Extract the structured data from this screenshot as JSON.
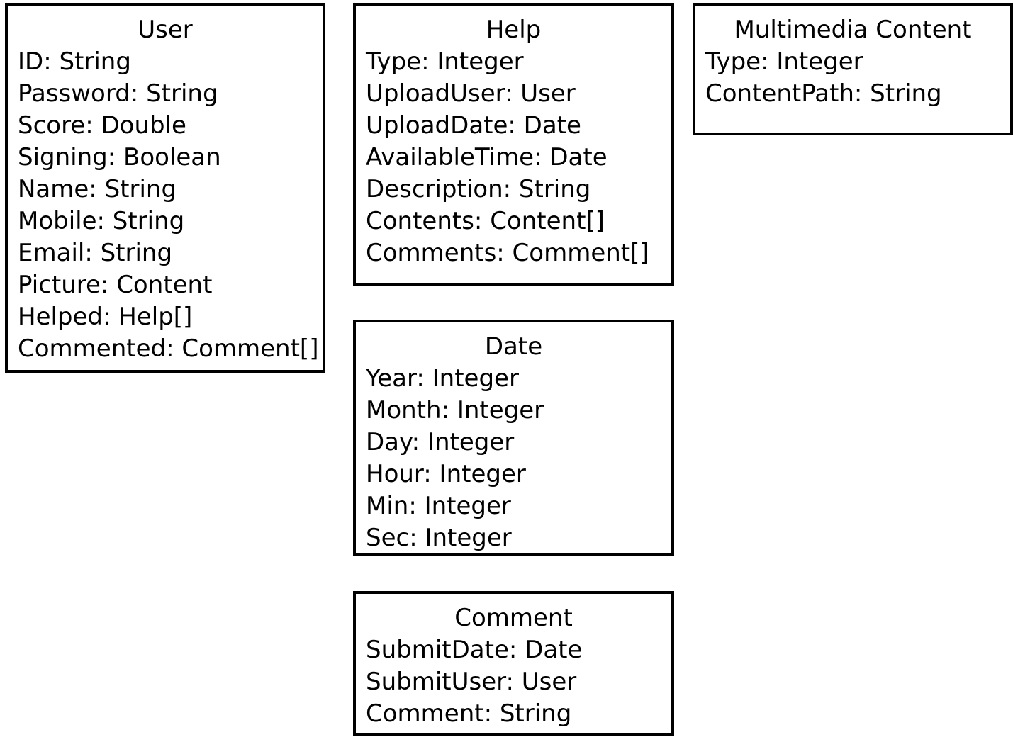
{
  "classes": {
    "user": {
      "name": "User",
      "attributes": [
        "ID: String",
        "Password: String",
        "Score: Double",
        "Signing: Boolean",
        "Name: String",
        "Mobile: String",
        "Email: String",
        "Picture: Content",
        "Helped: Help[]",
        "Commented: Comment[]"
      ]
    },
    "help": {
      "name": "Help",
      "attributes": [
        "Type: Integer",
        "UploadUser: User",
        "UploadDate: Date",
        "AvailableTime: Date",
        "Description: String",
        "Contents: Content[]",
        "Comments: Comment[]"
      ]
    },
    "multimedia_content": {
      "name": "Multimedia Content",
      "attributes": [
        "Type: Integer",
        "ContentPath: String"
      ]
    },
    "date": {
      "name": "Date",
      "attributes": [
        "Year: Integer",
        "Month: Integer",
        "Day: Integer",
        "Hour: Integer",
        "Min: Integer",
        "Sec: Integer"
      ]
    },
    "comment": {
      "name": "Comment",
      "attributes": [
        "SubmitDate: Date",
        "SubmitUser: User",
        "Comment: String"
      ]
    }
  },
  "colors": {
    "border": "#000000",
    "background": "#ffffff",
    "text": "#000000"
  }
}
